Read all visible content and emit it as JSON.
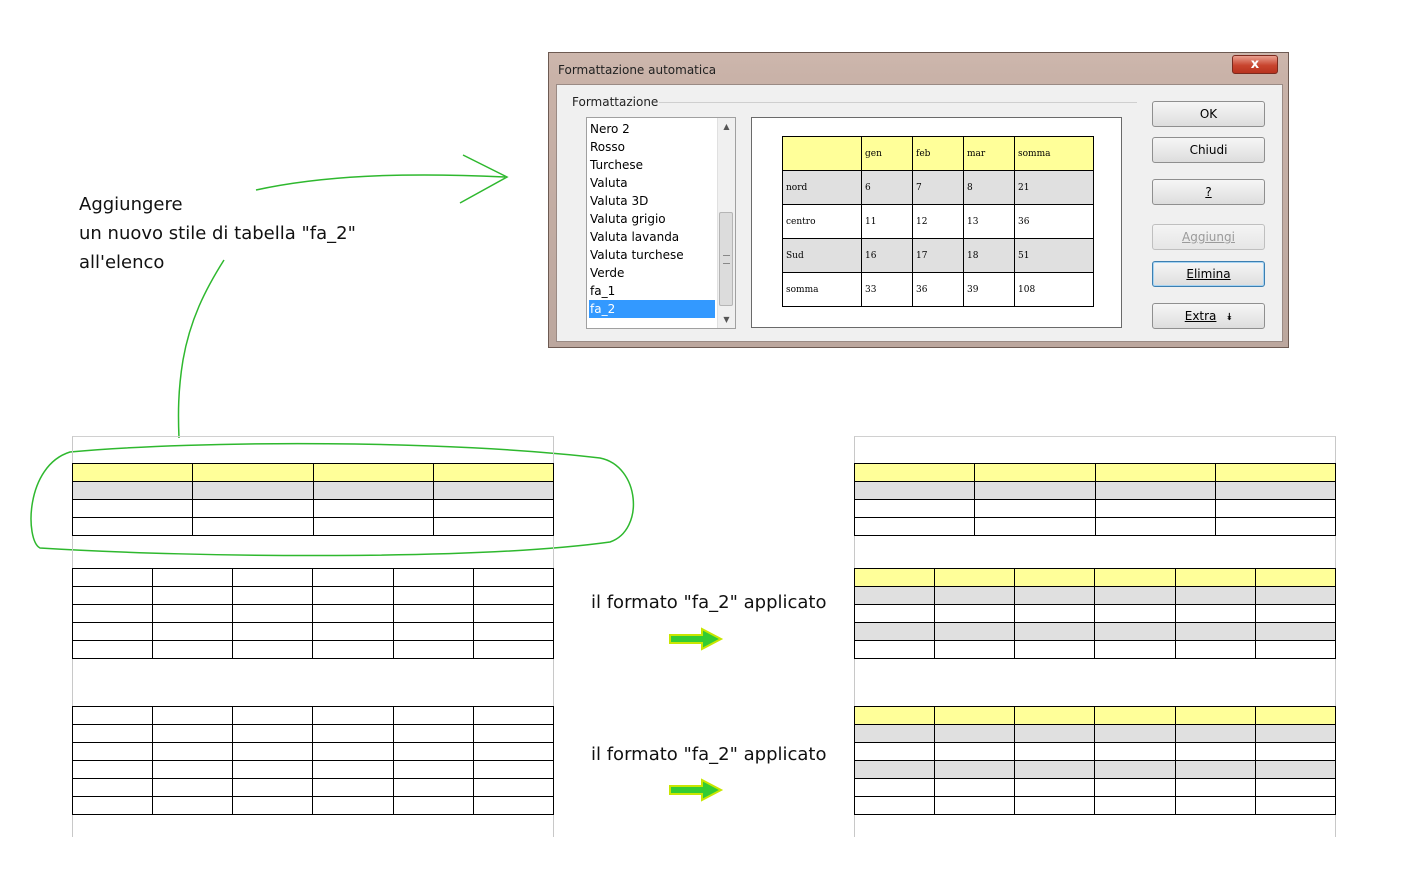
{
  "dialog": {
    "title": "Formattazione automatica",
    "close_label": "x",
    "group_label": "Formattazione",
    "styles": [
      "Nero 2",
      "Rosso",
      "Turchese",
      "Valuta",
      "Valuta 3D",
      "Valuta grigio",
      "Valuta lavanda",
      "Valuta turchese",
      "Verde",
      "fa_1",
      "fa_2"
    ],
    "selected_style": "fa_2",
    "preview": {
      "rows": [
        [
          "",
          "gen",
          "feb",
          "mar",
          "somma"
        ],
        [
          "nord",
          "6",
          "7",
          "8",
          "21"
        ],
        [
          "centro",
          "11",
          "12",
          "13",
          "36"
        ],
        [
          "Sud",
          "16",
          "17",
          "18",
          "51"
        ],
        [
          "somma",
          "33",
          "36",
          "39",
          "108"
        ]
      ]
    },
    "buttons": {
      "ok": "OK",
      "close": "Chiudi",
      "help": "?",
      "add": "Aggiungi",
      "delete": "Elimina",
      "extra": "Extra"
    }
  },
  "annotations": {
    "line1": "Aggiungere",
    "line2": "un nuovo stile di tabella \"fa_2\"",
    "line3": "all'elenco",
    "applied_1": "il formato \"fa_2\" applicato",
    "applied_2": "il formato \"fa_2\" applicato"
  },
  "colors": {
    "header_yellow": "#ffff99",
    "band_gray": "#e0e0e0",
    "selection_blue": "#3399ff",
    "annotation_green": "#2eb82e",
    "arrow_green": "#33cc33",
    "arrow_outline": "#b8e000"
  }
}
